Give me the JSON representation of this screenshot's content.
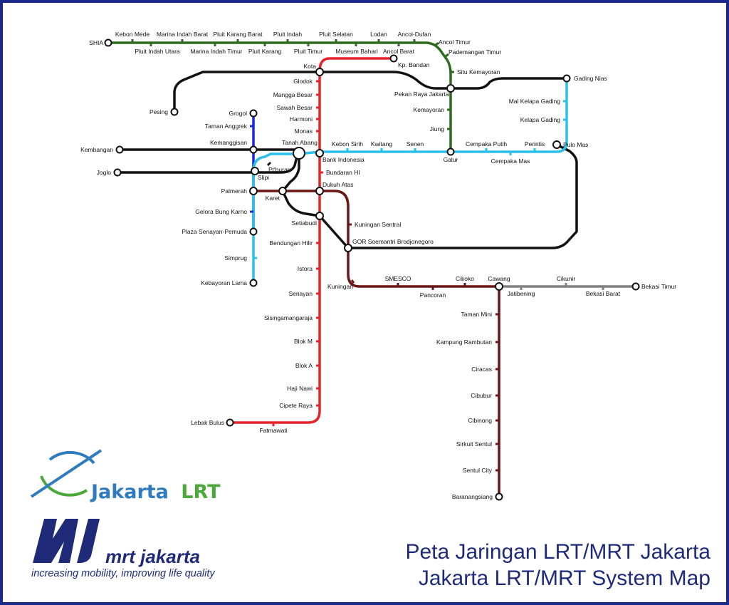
{
  "title": {
    "line1": "Peta Jaringan LRT/MRT Jakarta",
    "line2": "Jakarta LRT/MRT System Map"
  },
  "logos": {
    "lrt": {
      "brand": "Jakarta",
      "suffix": "LRT",
      "color_green": "#4aa93a",
      "color_blue": "#2f7bbf"
    },
    "mrt": {
      "brand": "mrt jakarta",
      "tagline": "increasing mobility, improving life quality",
      "color": "#1f2a78"
    }
  },
  "colors": {
    "frame": "#1a2a8a",
    "green_line": "#2e6b1f",
    "red_line": "#e6222a",
    "blue_line": "#1a2bd6",
    "cyan_line": "#2bc0ea",
    "black_line": "#111111",
    "maroon_line": "#6b1515",
    "gray_line": "#808080"
  },
  "stations": [
    {
      "id": "shia",
      "label": "SHIA"
    },
    {
      "id": "kebon_mede",
      "label": "Kebon Mede"
    },
    {
      "id": "pluit_indah_utara",
      "label": "Pluit Indah Utara"
    },
    {
      "id": "marina_indah_barat",
      "label": "Marina Indah Barat"
    },
    {
      "id": "marina_indah_timur",
      "label": "Marina Indah Timur"
    },
    {
      "id": "pluit_karang_barat",
      "label": "Pluit Karang Barat"
    },
    {
      "id": "pluit_karang",
      "label": "Pluit Karang"
    },
    {
      "id": "pluit_indah",
      "label": "Pluit Indah"
    },
    {
      "id": "pluit_timur",
      "label": "Pluit Timur"
    },
    {
      "id": "pluit_selatan",
      "label": "Pluit Selatan"
    },
    {
      "id": "museum_bahari",
      "label": "Museum Bahari"
    },
    {
      "id": "lodan",
      "label": "Lodan"
    },
    {
      "id": "ancol_barat",
      "label": "Ancol Barat"
    },
    {
      "id": "ancol_dufan",
      "label": "Ancol-Dufan"
    },
    {
      "id": "ancol_timur",
      "label": "Ancol Timur"
    },
    {
      "id": "pademangan_timur",
      "label": "Pademangan Timur"
    },
    {
      "id": "kp_bandan",
      "label": "Kp. Bandan"
    },
    {
      "id": "kota",
      "label": "Kota"
    },
    {
      "id": "glodok",
      "label": "Glodok"
    },
    {
      "id": "mangga_besar",
      "label": "Mangga Besar"
    },
    {
      "id": "sawah_besar",
      "label": "Sawah Besar"
    },
    {
      "id": "harmoni",
      "label": "Harmoni"
    },
    {
      "id": "monas",
      "label": "Monas"
    },
    {
      "id": "situ_kemayoran",
      "label": "Situ Kemayoran"
    },
    {
      "id": "gading_nias",
      "label": "Gading Nias"
    },
    {
      "id": "pekan_raya",
      "label": "Pekan Raya Jakarta"
    },
    {
      "id": "mal_kelapa_gading",
      "label": "Mal Kelapa Gading"
    },
    {
      "id": "kemayoran",
      "label": "Kemayoran"
    },
    {
      "id": "kelapa_gading",
      "label": "Kelapa Gading"
    },
    {
      "id": "jiung",
      "label": "Jiung"
    },
    {
      "id": "pesing",
      "label": "Pesing"
    },
    {
      "id": "grogol",
      "label": "Grogol"
    },
    {
      "id": "taman_anggrek",
      "label": "Taman Anggrek"
    },
    {
      "id": "kemanggisan",
      "label": "Kemanggisan"
    },
    {
      "id": "tanah_abang",
      "label": "Tanah Abang"
    },
    {
      "id": "kembangan",
      "label": "Kembangan"
    },
    {
      "id": "kebon_sirih",
      "label": "Kebon Sirih"
    },
    {
      "id": "kwitang",
      "label": "Kwitang"
    },
    {
      "id": "senen",
      "label": "Senen"
    },
    {
      "id": "cempaka_putih",
      "label": "Cempaka Putih"
    },
    {
      "id": "perintis",
      "label": "Perintis"
    },
    {
      "id": "pulo_mas",
      "label": "Pulo Mas"
    },
    {
      "id": "bank_indonesia",
      "label": "Bank Indonesia"
    },
    {
      "id": "galur",
      "label": "Galur"
    },
    {
      "id": "cempaka_mas",
      "label": "Cempaka Mas"
    },
    {
      "id": "joglo",
      "label": "Joglo"
    },
    {
      "id": "pt_buran",
      "label": "Pt'buran"
    },
    {
      "id": "slipi",
      "label": "Slipi"
    },
    {
      "id": "bundaran_hi",
      "label": "Bundaran HI"
    },
    {
      "id": "dukuh_atas",
      "label": "Dukuh Atas"
    },
    {
      "id": "palmerah",
      "label": "Palmerah"
    },
    {
      "id": "karet",
      "label": "Karet"
    },
    {
      "id": "gelora",
      "label": "Gelora Bung Karno"
    },
    {
      "id": "setiabudi",
      "label": "Setiabudi"
    },
    {
      "id": "kuningan_sentral",
      "label": "Kuningan Sentral"
    },
    {
      "id": "plaza_senayan",
      "label": "Plaza Senayan-Pemuda"
    },
    {
      "id": "gor",
      "label": "GOR Soemantri Brodjonegoro"
    },
    {
      "id": "bendungan_hilir",
      "label": "Bendungan Hilir"
    },
    {
      "id": "simprug",
      "label": "Simprug"
    },
    {
      "id": "istora",
      "label": "Istora"
    },
    {
      "id": "smesco",
      "label": "SMESCO"
    },
    {
      "id": "cikoko",
      "label": "Cikoko"
    },
    {
      "id": "cawang",
      "label": "Cawang"
    },
    {
      "id": "cikunir",
      "label": "Cikunir"
    },
    {
      "id": "kebayoran_lama",
      "label": "Kebayoran Lama"
    },
    {
      "id": "kuningan",
      "label": "Kuningan"
    },
    {
      "id": "pancoran",
      "label": "Pancoran"
    },
    {
      "id": "jatibening",
      "label": "Jatibening"
    },
    {
      "id": "bekasi_barat",
      "label": "Bekasi Barat"
    },
    {
      "id": "bekasi_timur",
      "label": "Bekasi Timur"
    },
    {
      "id": "senayan",
      "label": "Senayan"
    },
    {
      "id": "taman_mini",
      "label": "Taman Mini"
    },
    {
      "id": "sisingamangaraja",
      "label": "Sisingamangaraja"
    },
    {
      "id": "kampung_rambutan",
      "label": "Kampung Rambutan"
    },
    {
      "id": "blok_m",
      "label": "Blok M"
    },
    {
      "id": "blok_a",
      "label": "Blok A"
    },
    {
      "id": "ciracas",
      "label": "Ciracas"
    },
    {
      "id": "haji_nawi",
      "label": "Haji Nawi"
    },
    {
      "id": "cibubur",
      "label": "Cibubur"
    },
    {
      "id": "cipete_raya",
      "label": "Cipete Raya"
    },
    {
      "id": "cibinong",
      "label": "Cibinong"
    },
    {
      "id": "lebak_bulus",
      "label": "Lebak Bulus"
    },
    {
      "id": "fatmawati",
      "label": "Fatmawati"
    },
    {
      "id": "sirkuit_sentul",
      "label": "Sirkuit Sentul"
    },
    {
      "id": "sentul_city",
      "label": "Sentul City"
    },
    {
      "id": "baranangsiang",
      "label": "Baranangsiang"
    }
  ]
}
